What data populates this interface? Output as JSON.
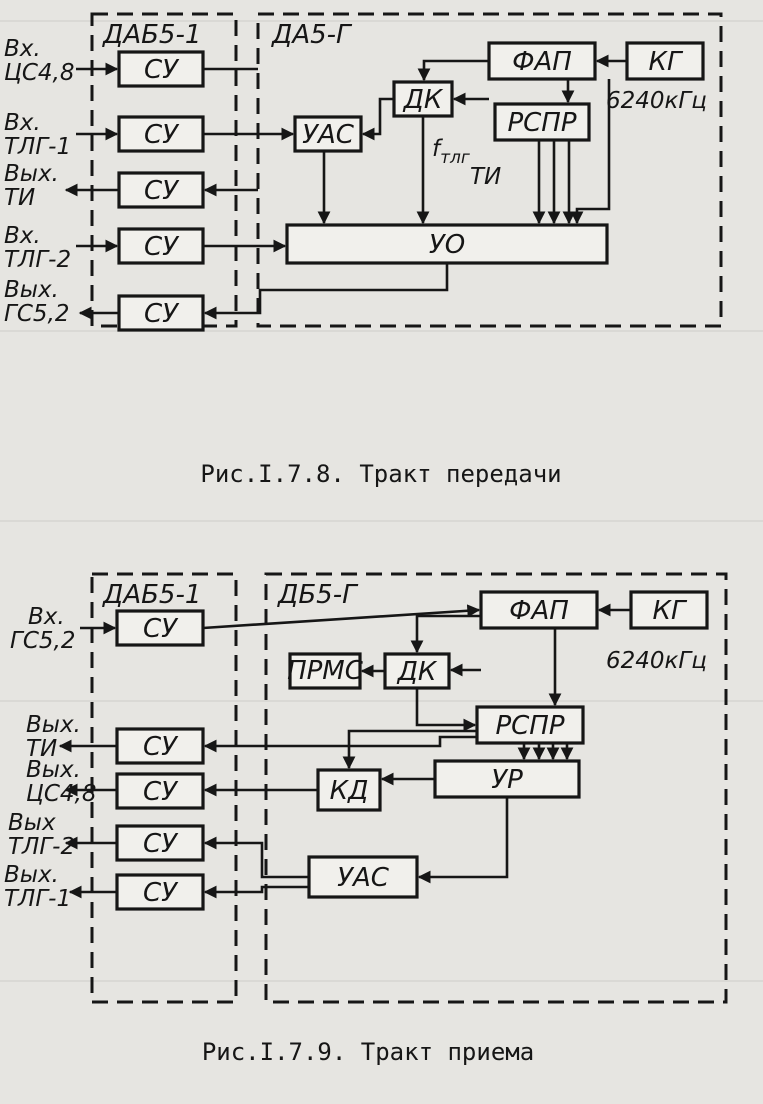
{
  "tx": {
    "left_unit": "ДАБ5-1",
    "right_unit": "ДА5-Г",
    "blocks": {
      "su": "СУ",
      "uas": "УАС",
      "dk": "ДК",
      "fap": "ФАП",
      "kg": "КГ",
      "rspr": "РСПР",
      "uo": "УО"
    },
    "labels": {
      "freq": "6240кГц",
      "ftlg_f": "f",
      "ftlg_sub": "тлг",
      "ti": "ТИ"
    },
    "signals": [
      {
        "l1": "Вх.",
        "l2": "ЦС4,8"
      },
      {
        "l1": "Вх.",
        "l2": "ТЛГ-1"
      },
      {
        "l1": "Вых.",
        "l2": "ТИ"
      },
      {
        "l1": "Вх.",
        "l2": "ТЛГ-2"
      },
      {
        "l1": "Вых.",
        "l2": "ГС5,2"
      }
    ],
    "caption": "Рис.I.7.8. Тракт передачи"
  },
  "rx": {
    "left_unit": "ДАБ5-1",
    "right_unit": "ДБ5-Г",
    "blocks": {
      "su": "СУ",
      "prms": "ПРМС",
      "dk": "ДК",
      "fap": "ФАП",
      "kg": "КГ",
      "rspr": "РСПР",
      "ur": "УР",
      "kd": "КД",
      "uas": "УАС"
    },
    "labels": {
      "freq": "6240кГц"
    },
    "signals": [
      {
        "l1": "Вх.",
        "l2": "ГС5,2"
      },
      {
        "l1": "Вых.",
        "l2": "ТИ"
      },
      {
        "l1": "Вых.",
        "l2": "ЦС4,8"
      },
      {
        "l1": "Вых",
        "l2": "ТЛГ-2"
      },
      {
        "l1": "Вых.",
        "l2": "ТЛГ-1"
      }
    ],
    "caption": "Рис.I.7.9. Тракт приема"
  }
}
